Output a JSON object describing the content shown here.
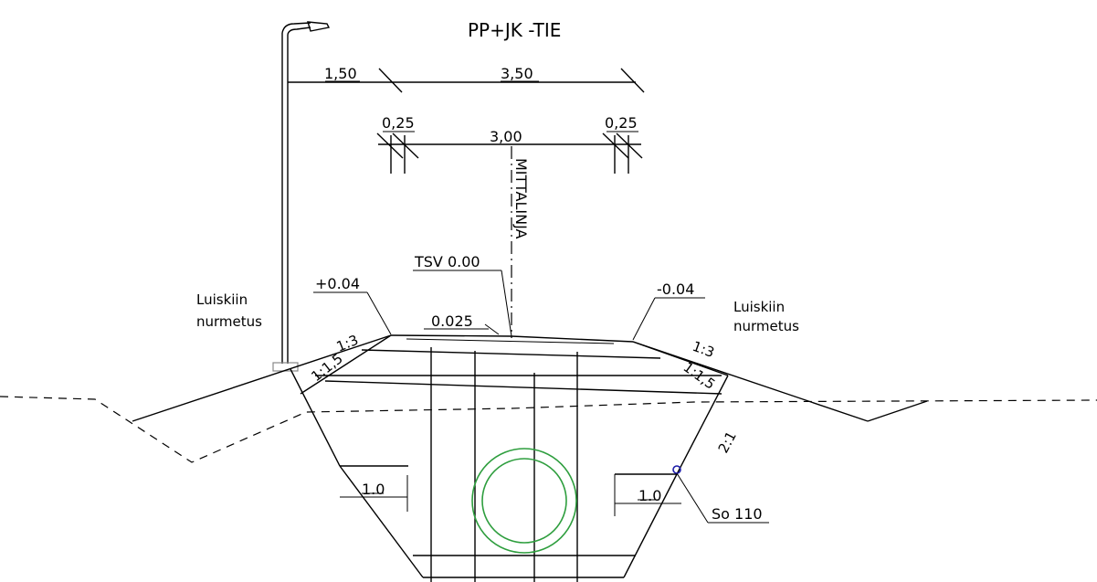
{
  "title": "PP+JK -TIE",
  "dimensions": {
    "top_left": "1,50",
    "top_right": "3,50",
    "edge_left": "0,25",
    "edge_right": "0,25",
    "pavement": "3,00"
  },
  "labels": {
    "center_line": "MITTALINJA",
    "tsv": "TSV 0.00",
    "slope_left": "+0.04",
    "slope_right": "-0.04",
    "crossfall": "0.025",
    "left_treatment_line1": "Luiskiin",
    "left_treatment_line2": "nurmetus",
    "right_treatment_line1": "Luiskiin",
    "right_treatment_line2": "nurmetus"
  },
  "ratios": {
    "left_upper": "1:3",
    "left_lower": "1:1,5",
    "right_upper": "1:3",
    "right_lower": "1:1,5",
    "ditch_side": "2:1"
  },
  "ditch": {
    "left_offset": "1.0",
    "right_offset": "1.0",
    "drain_label": "So 110"
  },
  "colors": {
    "pipe": "#2e9e3e",
    "drain": "#1a1aa8",
    "line": "#000000"
  }
}
